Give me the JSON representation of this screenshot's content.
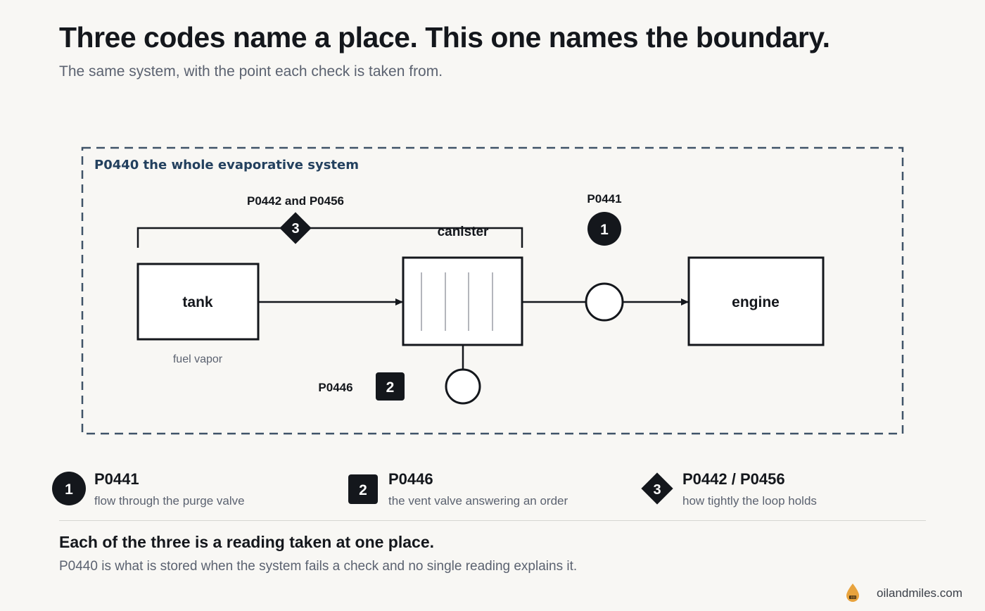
{
  "header": {
    "title": "Three codes name a place. This one names the boundary.",
    "subtitle": "The same system, with the point each check is taken from."
  },
  "diagram": {
    "boundary_label": "P0440 the whole evaporative system",
    "components": {
      "tank": "tank",
      "tank_note": "fuel vapor",
      "canister": "canister",
      "engine": "engine"
    },
    "markers": {
      "loop_label": "P0442 and P0456",
      "loop_number": "3",
      "purge_label": "P0441",
      "purge_number": "1",
      "vent_label": "P0446",
      "vent_number": "2"
    },
    "colors": {
      "ink": "#14171c",
      "boundary": "#3f5368",
      "boundary_text": "#23405e"
    }
  },
  "legend": [
    {
      "number": "1",
      "shape": "circle",
      "code": "P0441",
      "desc": "flow through the purge valve"
    },
    {
      "number": "2",
      "shape": "square",
      "code": "P0446",
      "desc": "the vent valve answering an order"
    },
    {
      "number": "3",
      "shape": "diamond",
      "code": "P0442 / P0456",
      "desc": "how tightly the loop holds"
    }
  ],
  "footer": {
    "heading": "Each of the three is a reading taken at one place.",
    "body": "P0440 is what is stored when the system fails a check and no single reading explains it."
  },
  "brand": {
    "icon": "oil-drop-icon",
    "name": "oilandmiles.com",
    "color": "#e8a33d"
  }
}
